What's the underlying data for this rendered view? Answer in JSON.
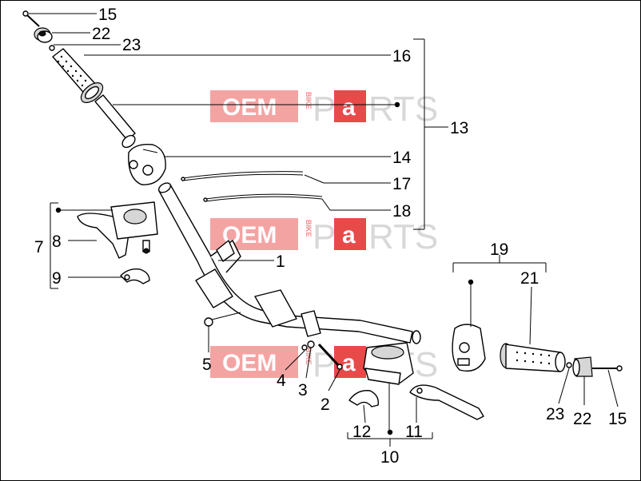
{
  "watermark": {
    "oem": "OEM",
    "bike": "BIKE",
    "p": "P",
    "a": "a",
    "rts": "RTS",
    "bg_color": "#f4a3a3",
    "a_bg_color": "#e84a4a"
  },
  "labels": {
    "l15a": "15",
    "l22a": "22",
    "l23a": "23",
    "l16": "16",
    "l13": "13",
    "l14": "14",
    "l17": "17",
    "l18": "18",
    "l7": "7",
    "l8": "8",
    "l9": "9",
    "l1": "1",
    "l19": "19",
    "l21": "21",
    "l5": "5",
    "l4": "4",
    "l3": "3",
    "l2": "2",
    "l12": "12",
    "l11": "11",
    "l10": "10",
    "l23b": "23",
    "l22b": "22",
    "l15b": "15"
  }
}
